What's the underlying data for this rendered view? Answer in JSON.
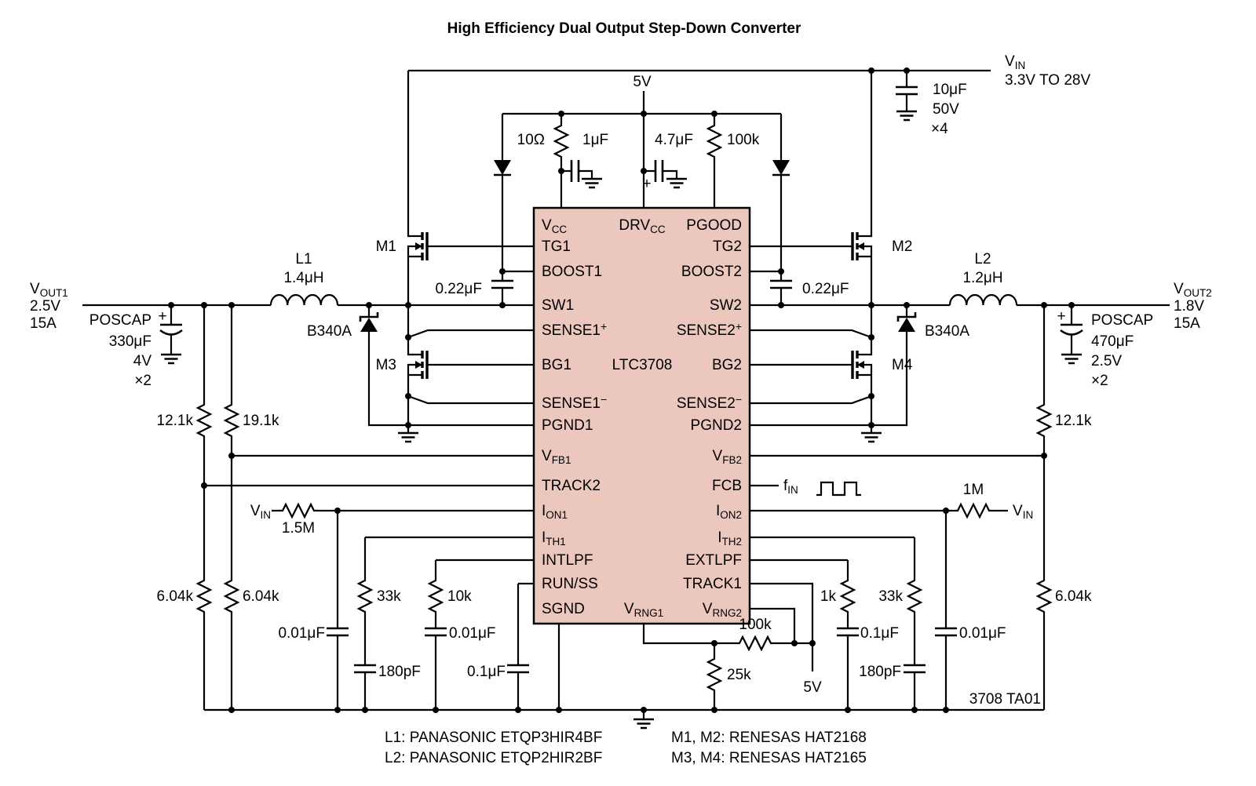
{
  "title": "High Efficiency Dual Output Step-Down Converter",
  "doc_id": "3708 TA01",
  "colors": {
    "ic_fill": "#ebc7be",
    "wire": "#000000"
  },
  "ic": {
    "name": "LTC3708",
    "pins_left": [
      {
        "base": "V",
        "sub": "CC"
      },
      {
        "base": "TG1"
      },
      {
        "base": "BOOST1"
      },
      {
        "base": "SW1"
      },
      {
        "base": "SENSE1",
        "sup": "+"
      },
      {
        "base": "BG1"
      },
      {
        "base": "SENSE1",
        "sup": "−"
      },
      {
        "base": "PGND1"
      },
      {
        "base": "V",
        "sub": "FB1"
      },
      {
        "base": "TRACK2"
      },
      {
        "base": "I",
        "sub": "ON1"
      },
      {
        "base": "I",
        "sub": "TH1"
      },
      {
        "base": "INTLPF"
      },
      {
        "base": "RUN/SS"
      },
      {
        "base": "SGND"
      }
    ],
    "pins_right": [
      {
        "base": "PGOOD"
      },
      {
        "base": "TG2"
      },
      {
        "base": "BOOST2"
      },
      {
        "base": "SW2"
      },
      {
        "base": "SENSE2",
        "sup": "+"
      },
      {
        "base": "BG2"
      },
      {
        "base": "SENSE2",
        "sup": "−"
      },
      {
        "base": "PGND2"
      },
      {
        "base": "V",
        "sub": "FB2"
      },
      {
        "base": "FCB"
      },
      {
        "base": "I",
        "sub": "ON2"
      },
      {
        "base": "I",
        "sub": "TH2"
      },
      {
        "base": "EXTLPF"
      },
      {
        "base": "TRACK1"
      },
      {
        "base": "V",
        "sub": "RNG2"
      }
    ],
    "pin_top_center": {
      "base": "DRV",
      "sub": "CC"
    },
    "pin_bottom_center": {
      "base": "V",
      "sub": "RNG1"
    }
  },
  "power": {
    "v5_top": "5V",
    "v5_bottom": "5V",
    "vin": {
      "base": "V",
      "sub": "IN"
    },
    "vin_range": "3.3V TO 28V",
    "out1": {
      "base": "V",
      "sub": "OUT1"
    },
    "out1_v": "2.5V",
    "out1_a": "15A",
    "out2": {
      "base": "V",
      "sub": "OUT2"
    },
    "out2_v": "1.8V",
    "out2_a": "15A",
    "fin": {
      "base": "f",
      "sub": "IN"
    }
  },
  "parts": {
    "r_vcc": "10Ω",
    "c_vcc": "1μF",
    "c_drvcc": "4.7μF",
    "c_drvcc_plus": "+",
    "r_pgood": "100k",
    "c_vin": "10μF",
    "c_vin_rating": "50V",
    "c_vin_qty": "×4",
    "m1": "M1",
    "m2": "M2",
    "m3": "M3",
    "m4": "M4",
    "c_boost1": "0.22μF",
    "c_boost2": "0.22μF",
    "d1": "B340A",
    "d2": "B340A",
    "l1_ref": "L1",
    "l1_val": "1.4μH",
    "l2_ref": "L2",
    "l2_val": "1.2μH",
    "poscap1_type": "POSCAP",
    "poscap1_plus": "+",
    "poscap1_val": "330μF",
    "poscap1_rating": "4V",
    "poscap1_qty": "×2",
    "poscap2_type": "POSCAP",
    "poscap2_plus": "+",
    "poscap2_val": "470μF",
    "poscap2_rating": "2.5V",
    "poscap2_qty": "×2",
    "r_track_top": "12.1k",
    "r_fb1_top": "19.1k",
    "r_track_bot": "6.04k",
    "r_fb1_bot": "6.04k",
    "r_fb2_top": "12.1k",
    "r_fb2_bot": "6.04k",
    "r_ion1": "1.5M",
    "c_ion1": "0.01μF",
    "r_ion2": "1M",
    "c_ion2": "0.01μF",
    "r_ith1": "33k",
    "c_ith1": "180pF",
    "r_intlpf": "10k",
    "c_intlpf": "0.01μF",
    "c_ss": "0.1μF",
    "r_ith2": "33k",
    "c_ith2": "180pF",
    "r_extlpf": "1k",
    "c_extlpf": "0.1μF",
    "r_vrng": "100k",
    "r_vrng2": "25k"
  },
  "notes": {
    "l1": "L1: PANASONIC ETQP3HIR4BF",
    "l2": "L2: PANASONIC ETQP2HIR2BF",
    "m12": "M1, M2: RENESAS HAT2168",
    "m34": "M3, M4: RENESAS HAT2165"
  }
}
